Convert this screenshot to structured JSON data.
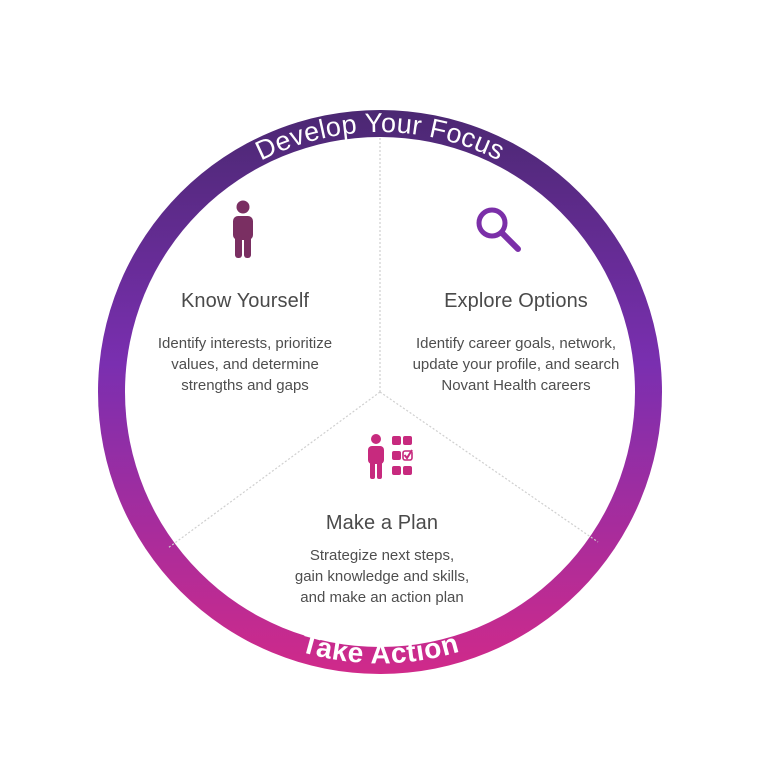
{
  "ring": {
    "top_label": "Develop Your Focus",
    "bottom_label": "Take Action",
    "gradient": {
      "top": "#4b2872",
      "middle": "#7a2fb0",
      "bottom": "#d02a8a"
    },
    "label_color": "#ffffff",
    "divider_color": "#cfcfcf"
  },
  "sections": {
    "know": {
      "title": "Know Yourself",
      "lines": [
        "Identify interests, prioritize",
        "values, and determine",
        "strengths and gaps"
      ],
      "icon": "person-icon",
      "icon_color": "#7a2f62"
    },
    "explore": {
      "title": "Explore Options",
      "lines": [
        "Identify career goals, network,",
        "update your profile, and search",
        "Novant Health careers"
      ],
      "icon": "magnifier-icon",
      "icon_color": "#7b2fa8"
    },
    "plan": {
      "title": "Make a Plan",
      "lines": [
        "Strategize next steps,",
        "gain knowledge and skills,",
        "and make an action plan"
      ],
      "icon": "person-checklist-icon",
      "icon_color": "#c72a7e"
    }
  }
}
